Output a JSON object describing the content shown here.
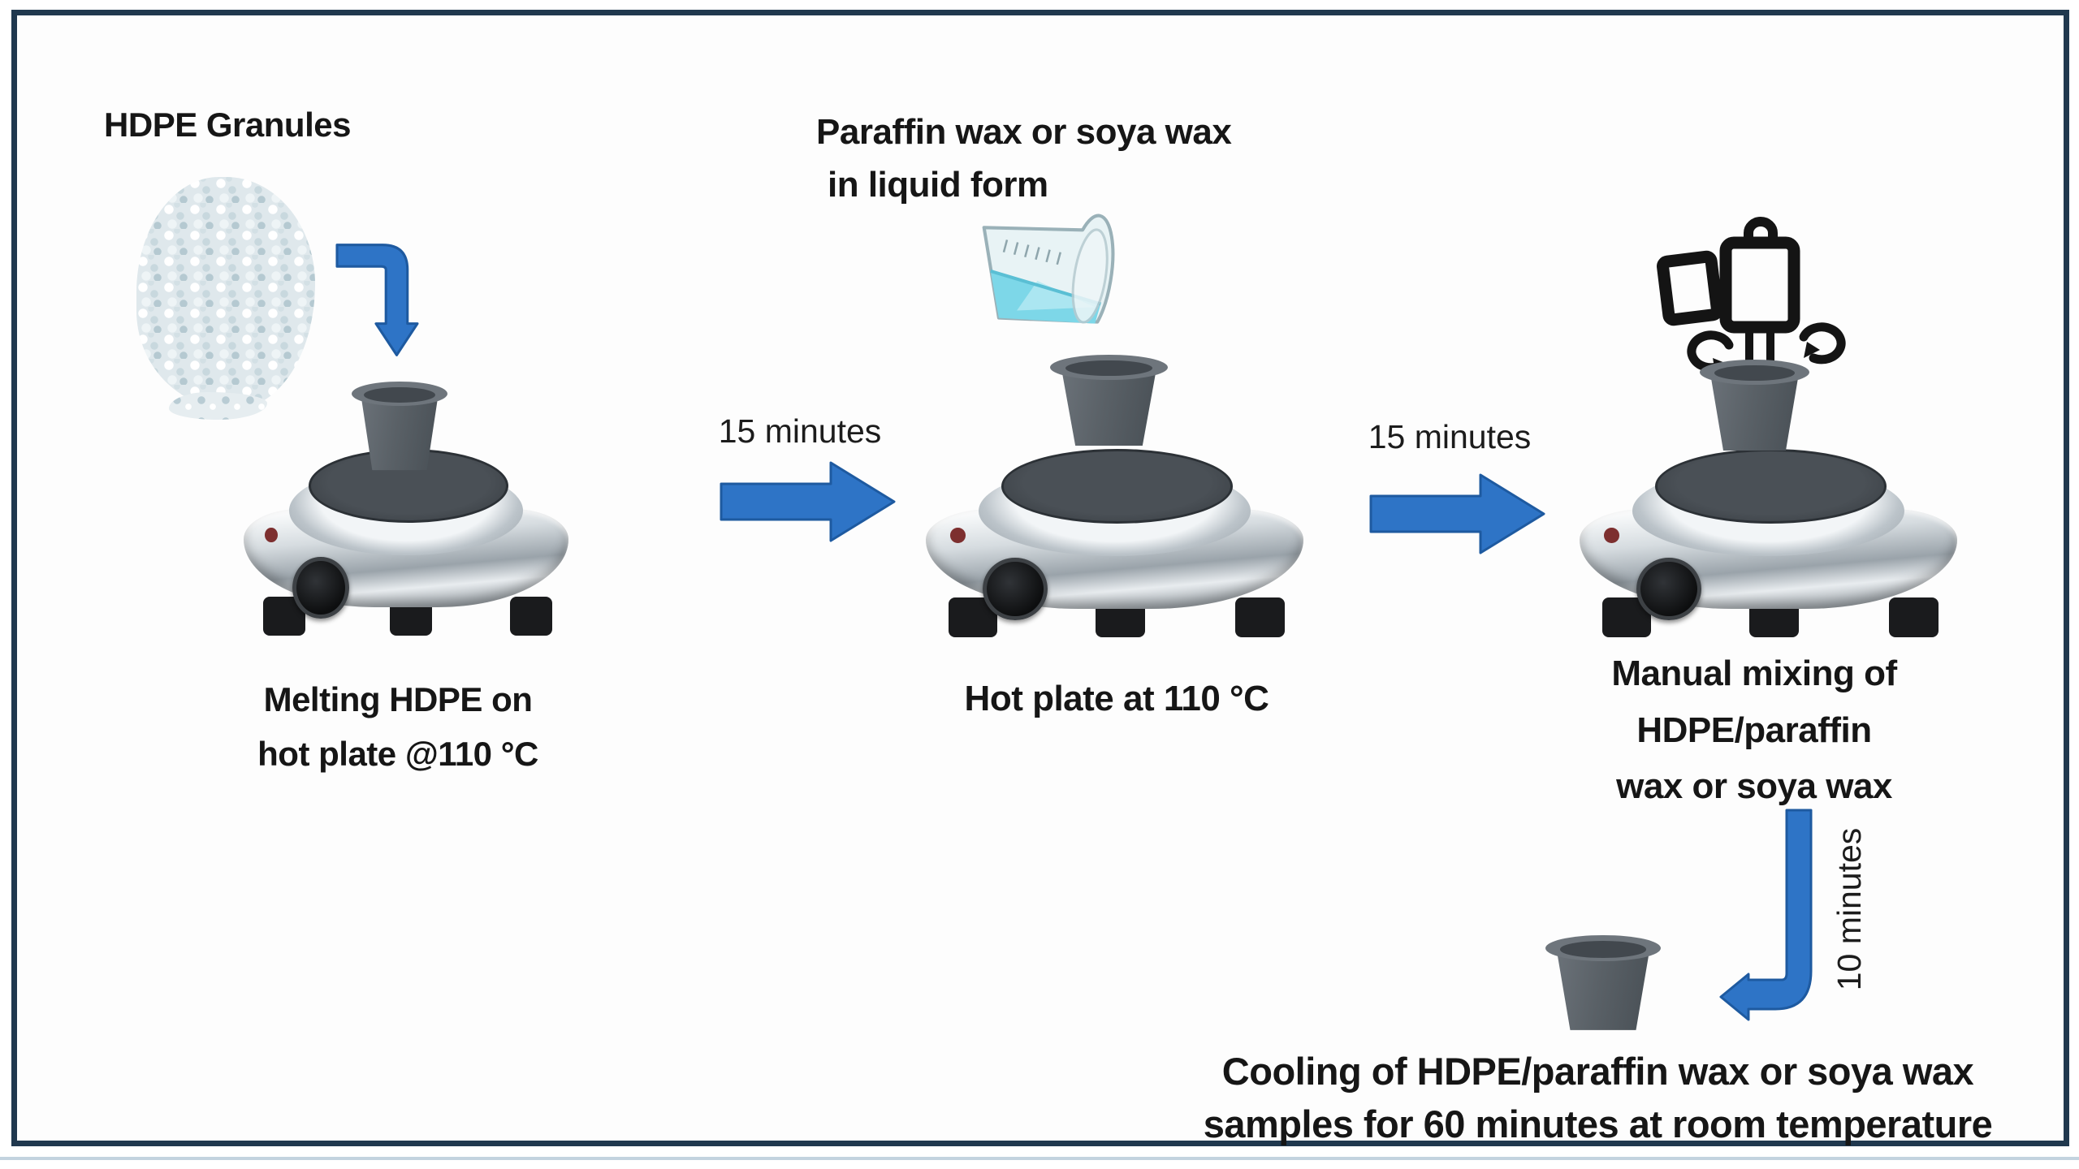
{
  "labels": {
    "hdpe_granules": "HDPE Granules",
    "melting_caption_1": "Melting HDPE on",
    "melting_caption_2": "hot plate @110 °C",
    "arrow_1_label": "15 minutes",
    "wax_title_1": "Paraffin wax or soya wax",
    "wax_title_2": "in liquid form",
    "hotplate_2_caption": "Hot plate at 110 °C",
    "arrow_2_label": "15 minutes",
    "mixing_caption_1": "Manual mixing of",
    "mixing_caption_2": "HDPE/paraffin",
    "mixing_caption_3": "wax or soya wax",
    "arrow_3_label": "10 minutes",
    "cooling_caption_1": "Cooling of HDPE/paraffin wax or soya wax",
    "cooling_caption_2": "samples for 60 minutes at room temperature"
  },
  "colors": {
    "arrow_fill": "#2E74C6",
    "arrow_stroke": "#1E5AA0",
    "text": "#161616",
    "border": "#20384E",
    "pot_gray": "#5A6167",
    "liquid_cyan": "#7DD7E8"
  },
  "icons": {
    "granules_image": "hdpe-granules-photo",
    "elbow_down_arrow": "blue block arrow, right then down",
    "right_arrow_1": "blue block arrow right",
    "right_arrow_2": "blue block arrow right",
    "down_left_arrow": "blue block arrow, down then left",
    "beaker": "tilted beaker pouring cyan liquid",
    "mixer": "hand-mixer black line icon with rotation arrows",
    "hot_plate": "chrome single hot plate photo",
    "crucible": "gray crucible pot"
  }
}
